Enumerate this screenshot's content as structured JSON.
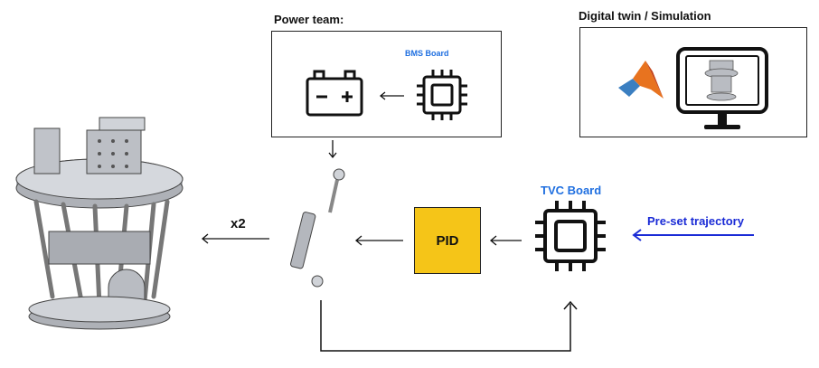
{
  "power_team": {
    "title": "Power team:",
    "bms_label": "BMS Board"
  },
  "digital_twin": {
    "title": "Digital twin / Simulation"
  },
  "pid": {
    "label": "PID",
    "color": "#F5C518"
  },
  "tvc": {
    "label": "TVC Board",
    "color": "#1f6fe0"
  },
  "trajectory": {
    "label": "Pre-set trajectory",
    "color": "#1a2bd6"
  },
  "multiplier": {
    "label": "x2"
  },
  "icons": [
    "battery-icon",
    "chip-icon",
    "matlab-logo-icon",
    "monitor-icon",
    "actuator-icon",
    "hexapod-platform-icon"
  ]
}
